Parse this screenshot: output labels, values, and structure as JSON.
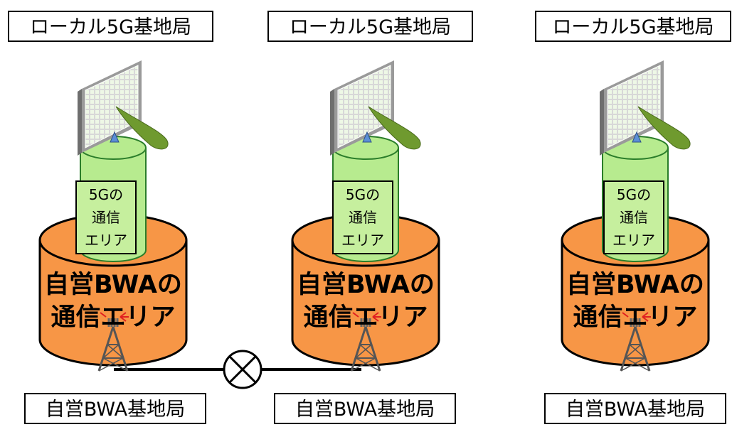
{
  "units": [
    {
      "top_label": "ローカル5G基地局",
      "area_5g": [
        "5Gの",
        "通信",
        "エリア"
      ],
      "area_bwa": [
        "自営BWAの",
        "通信エリア"
      ],
      "bottom_label": "自営BWA基地局"
    },
    {
      "top_label": "ローカル5G基地局",
      "area_5g": [
        "5Gの",
        "通信",
        "エリア"
      ],
      "area_bwa": [
        "自営BWAの",
        "通信エリア"
      ],
      "bottom_label": "自営BWA基地局"
    },
    {
      "top_label": "ローカル5G基地局",
      "area_5g": [
        "5Gの",
        "通信",
        "エリア"
      ],
      "area_bwa": [
        "自営BWAの",
        "通信エリア"
      ],
      "bottom_label": "自営BWA基地局"
    }
  ],
  "colors": {
    "bwa_area": "#f79646",
    "area_5g_cylinder": "#b7eb8f",
    "area_5g_label": "#c6ef9e",
    "beam": "#6f9a2f",
    "panel": "#dcdcdc",
    "outline": "#000000"
  },
  "icons": {
    "antenna_panel": "antenna-panel-icon",
    "tower": "radio-tower-icon",
    "interference": "interference-symbol"
  }
}
